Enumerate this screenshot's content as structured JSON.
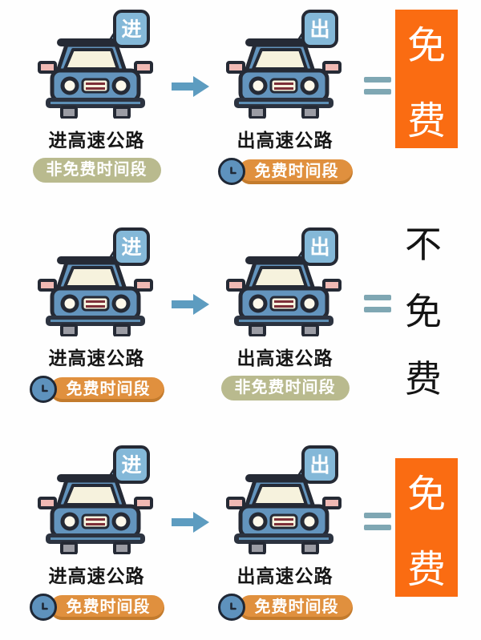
{
  "page": {
    "background": "#fefefe",
    "language": "zh-CN",
    "topic": "highway toll free-period rules"
  },
  "rows": [
    {
      "enter": {
        "flag": "进",
        "label": "进高速公路",
        "badge": "非免费时间段",
        "badge_type": "nonfree",
        "has_clock": false
      },
      "exit": {
        "flag": "出",
        "label": "出高速公路",
        "badge": "免费时间段",
        "badge_type": "free",
        "has_clock": true
      },
      "result": {
        "type": "free",
        "text": "免费",
        "chars": [
          "免",
          "费"
        ]
      }
    },
    {
      "enter": {
        "flag": "进",
        "label": "进高速公路",
        "badge": "免费时间段",
        "badge_type": "free",
        "has_clock": true
      },
      "exit": {
        "flag": "出",
        "label": "出高速公路",
        "badge": "非免费时间段",
        "badge_type": "nonfree",
        "has_clock": false
      },
      "result": {
        "type": "not_free",
        "text": "不免费",
        "chars": [
          "不",
          "免",
          "费"
        ]
      }
    },
    {
      "enter": {
        "flag": "进",
        "label": "进高速公路",
        "badge": "免费时间段",
        "badge_type": "free",
        "has_clock": true
      },
      "exit": {
        "flag": "出",
        "label": "出高速公路",
        "badge": "免费时间段",
        "badge_type": "free",
        "has_clock": true
      },
      "result": {
        "type": "free",
        "text": "免费",
        "chars": [
          "免",
          "费"
        ]
      }
    }
  ],
  "icons": {
    "clock-icon": "blue clock face with L-shaped hands",
    "arrow-right-icon": "solid right-pointing arrow",
    "equals-icon": "two horizontal bars (=)",
    "car-icon": "front view of blue car with sign flag"
  },
  "colors": {
    "car_body": "#6394bd",
    "flag": "#84b8d8",
    "outline": "#252a35",
    "window": "#f6f2dd",
    "arrow": "#5d9cc0",
    "equals": "#7fa7b3",
    "badge_free": "#e0903e",
    "badge_nonfree": "#b9ba8e",
    "free_block": "#fa6c12",
    "clock_face": "#5e92bd"
  }
}
